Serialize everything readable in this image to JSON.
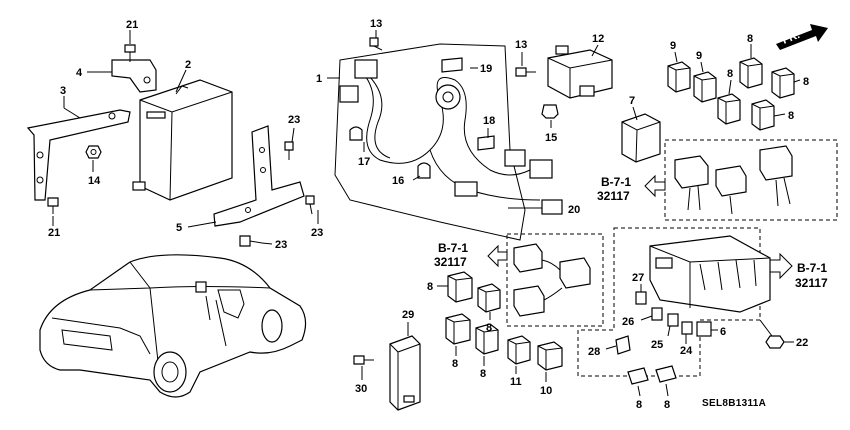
{
  "diagram": {
    "callouts": {
      "n1": "1",
      "n2": "2",
      "n3": "3",
      "n4": "4",
      "n5": "5",
      "n6": "6",
      "n7": "7",
      "n8": "8",
      "n9": "9",
      "n10": "10",
      "n11": "11",
      "n12": "12",
      "n13": "13",
      "n14": "14",
      "n15": "15",
      "n16": "16",
      "n17": "17",
      "n18": "18",
      "n19": "19",
      "n20": "20",
      "n21": "21",
      "n22": "22",
      "n23": "23",
      "n24": "24",
      "n25": "25",
      "n26": "26",
      "n27": "27",
      "n28": "28",
      "n29": "29",
      "n30": "30"
    },
    "references": {
      "section": "B-7-1",
      "part_number": "32117"
    },
    "direction_label": "FR.",
    "diagram_code": "SEL8B1311A"
  }
}
